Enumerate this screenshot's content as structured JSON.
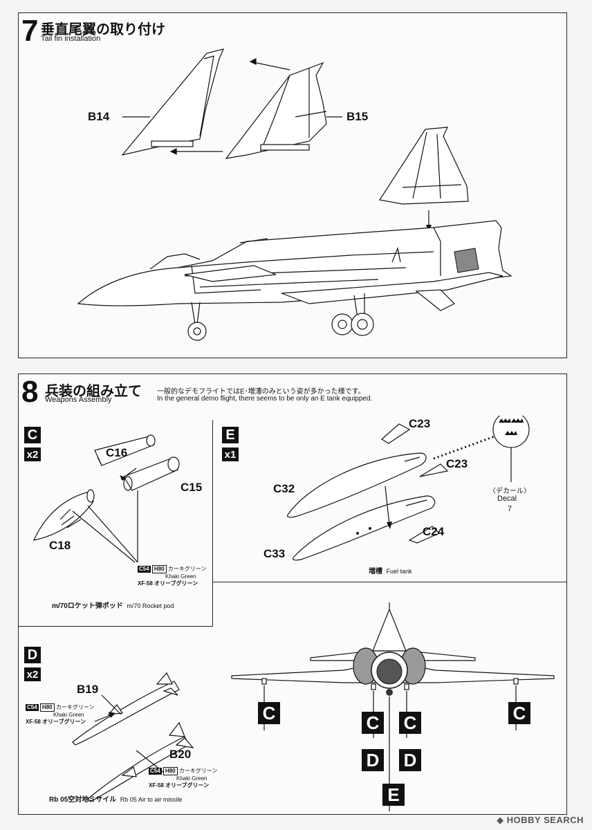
{
  "step7": {
    "number": "7",
    "title_jp": "垂直尾翼の取り付け",
    "title_en": "Tail fin installation",
    "parts": {
      "left": "B14",
      "right": "B15"
    }
  },
  "step8": {
    "number": "8",
    "title_jp": "兵装の組み立て",
    "title_en": "Weapons Assembly",
    "note_jp": "一般的なデモフライトではE･増漕のみという姿が多かった様です。",
    "note_en": "In the general demo flight, there seems to be only an E tank equipped.",
    "sections": {
      "C": {
        "letter": "C",
        "qty": "x2",
        "parts": {
          "p1": "C16",
          "p2": "C15",
          "p3": "C18"
        },
        "caption_jp": "m/70ロケット弾ポッド",
        "caption_en": "m/70 Rocket pod"
      },
      "E": {
        "letter": "E",
        "qty": "x1",
        "parts": {
          "p1": "C23",
          "p2": "C23",
          "p3": "C32",
          "p4": "C24",
          "p5": "C33"
        },
        "decal_jp": "〈デカール〉",
        "decal_en": "Decal",
        "decal_no": "7",
        "caption_jp": "増槽",
        "caption_en": "Fuel tank"
      },
      "D": {
        "letter": "D",
        "qty": "x2",
        "parts": {
          "p1": "B19",
          "p2": "B20"
        },
        "caption_jp": "Rb 05空対地ミサイル",
        "caption_en": "Rb 05 Air to air missile"
      }
    },
    "paint": {
      "code1": "C54",
      "code2": "H80",
      "jp": "カーキグリーン",
      "en": "Khaki Green",
      "xf": "XF-58 オリーブグリーン"
    },
    "placement": {
      "l1": "C",
      "l2": "C",
      "l3": "C",
      "l4": "C",
      "l5": "D",
      "l6": "D",
      "l7": "E"
    }
  },
  "watermark": "HOBBY SEARCH"
}
